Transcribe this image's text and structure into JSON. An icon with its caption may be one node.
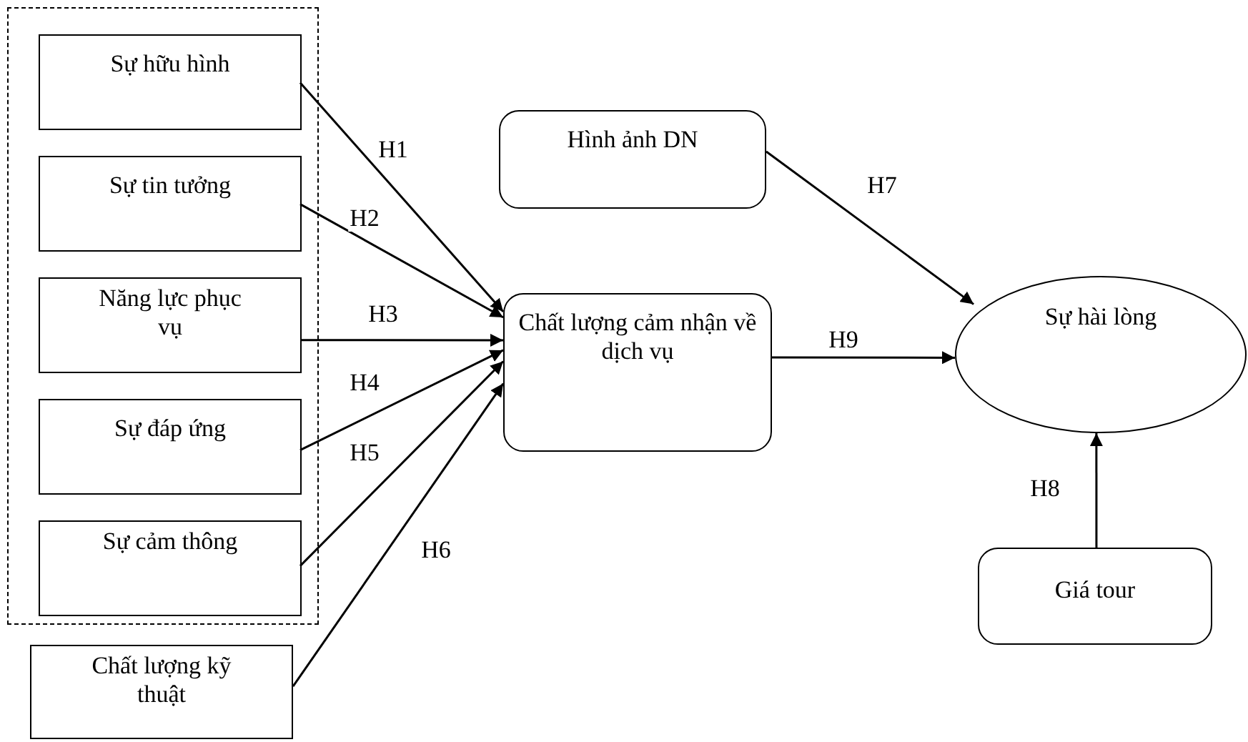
{
  "diagram": {
    "nodes": [
      {
        "text": [],
        "shape": "box"
      },
      {
        "text": [
          "Sự hữu hình"
        ],
        "in": 0
      },
      {
        "text": [
          "Sự tin tưởng"
        ],
        "in": 0
      },
      {
        "text": [
          "Năng lực phục vụ"
        ],
        "in": 0
      },
      {
        "text": [
          "Sự đáp ứng"
        ],
        "in": 0
      },
      {
        "text": [
          "Sự cảm thông"
        ],
        "in": 0
      },
      {
        "text": [
          "Chất lượng kỹ thuật"
        ]
      },
      {
        "text": [
          "Hình ảnh DN"
        ]
      },
      {
        "text": [
          "Chất lượng cảm nhận về dịch vụ"
        ]
      },
      {
        "text": [
          "Sự hài lòng"
        ]
      },
      {
        "text": [
          "Giá tour"
        ]
      }
    ],
    "edges": [
      {
        "from": 1,
        "to": 8,
        "arrow": "to",
        "label": "H1"
      },
      {
        "from": 2,
        "to": 8,
        "arrow": "to",
        "label": "H2"
      },
      {
        "from": 3,
        "to": 8,
        "arrow": "to",
        "label": "H3"
      },
      {
        "from": 4,
        "to": 8,
        "arrow": "to",
        "label": "H4"
      },
      {
        "from": 5,
        "to": 8,
        "arrow": "to",
        "label": "H5"
      },
      {
        "from": 6,
        "to": 8,
        "arrow": "to",
        "label": "H6"
      },
      {
        "from": 7,
        "to": 9,
        "arrow": "to",
        "label": "H7"
      },
      {
        "from": 10,
        "to": 9,
        "arrow": "to",
        "label": "H8"
      },
      {
        "from": 8,
        "to": 9,
        "arrow": "to",
        "label": "H9"
      }
    ]
  }
}
